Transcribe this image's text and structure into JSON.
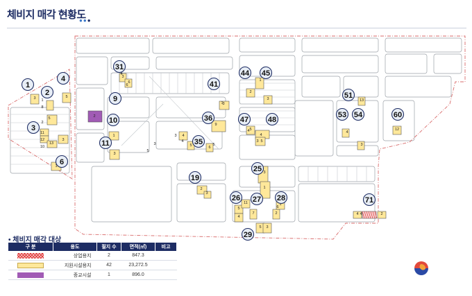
{
  "page": {
    "title": "체비지 매각 현황도"
  },
  "colors": {
    "header_navy": "#1d2c63",
    "parcel_yellow": "#ffe89a",
    "parcel_purple": "#a15bb5",
    "parcel_red": "#e23a3a",
    "boundary_red": "#d96b6b"
  },
  "map": {
    "markers": [
      "1",
      "2",
      "3",
      "4",
      "6",
      "9",
      "10",
      "11",
      "19",
      "25",
      "26",
      "27",
      "28",
      "29",
      "31",
      "35",
      "36",
      "41",
      "44",
      "45",
      "47",
      "48",
      "51",
      "53",
      "54",
      "60",
      "71"
    ],
    "lot_labels": [
      "3",
      "1",
      "8",
      "5",
      "5",
      "11",
      "12",
      "10",
      "13",
      "3",
      "1",
      "2",
      "4",
      "5",
      "3",
      "6",
      "2",
      "1",
      "3",
      "4",
      "5",
      "6",
      "9",
      "3",
      "2",
      "1",
      "3",
      "5",
      "3",
      "1",
      "4",
      "3",
      "13",
      "12",
      "5",
      "11",
      "7",
      "4",
      "5",
      "3",
      "2",
      "1",
      "2",
      "3",
      "4",
      "2",
      "3",
      "3",
      "5",
      "4",
      "6",
      "4",
      "5",
      "1",
      "4",
      "3",
      "6",
      "4"
    ]
  },
  "legend": {
    "title": "체비지 매각 대상",
    "headers": [
      "구 분",
      "용도",
      "필지 수",
      "면적(㎡)",
      "비고"
    ],
    "rows": [
      {
        "use": "상업용지",
        "count": "2",
        "area": "847.3",
        "note": "",
        "swatch": "red"
      },
      {
        "use": "지원시설용지",
        "count": "42",
        "area": "23,272.5",
        "note": "",
        "swatch": "yellow"
      },
      {
        "use": "종교시설",
        "count": "1",
        "area": "896.0",
        "note": "",
        "swatch": "purple"
      }
    ]
  }
}
